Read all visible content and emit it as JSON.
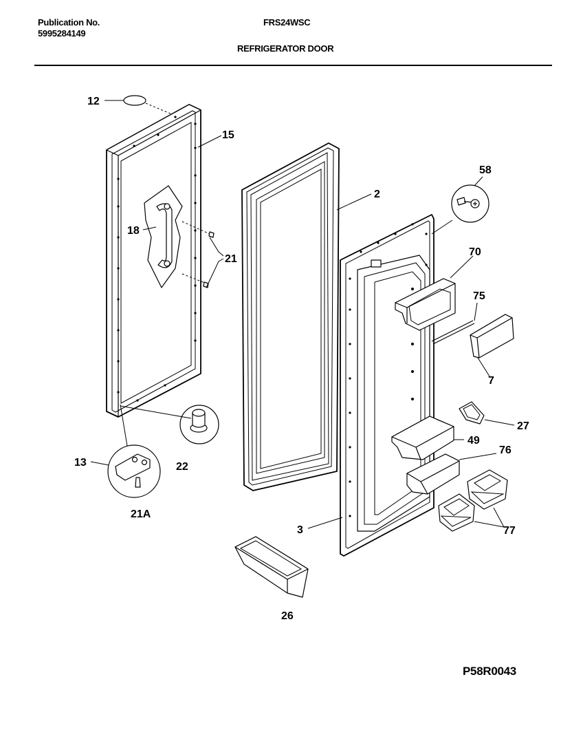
{
  "header": {
    "publication_label": "Publication No.",
    "publication_number": "5995284149",
    "model": "FRS24WSC",
    "title": "REFRIGERATOR DOOR"
  },
  "callouts": {
    "c12": "12",
    "c15": "15",
    "c18": "18",
    "c21": "21",
    "c13": "13",
    "c22": "22",
    "c21a": "21A",
    "c2": "2",
    "c58": "58",
    "c70": "70",
    "c75": "75",
    "c7": "7",
    "c27": "27",
    "c49": "49",
    "c76": "76",
    "c3": "3",
    "c77": "77",
    "c26": "26"
  },
  "footer": {
    "diagram_code": "P58R0043"
  }
}
